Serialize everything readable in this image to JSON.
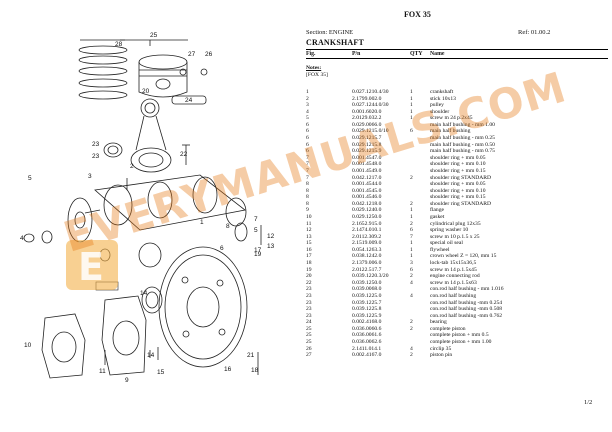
{
  "header": {
    "model": "FOX 35",
    "section": "Section: ENGINE",
    "ref": "Ref: 01.00.2",
    "title": "CRANKSHAFT"
  },
  "columns": {
    "fig": "Fig.",
    "pn": "P/n",
    "qty": "QTY",
    "name": "Name"
  },
  "notes": {
    "heading": "Notes:",
    "value": "[FOX 35]"
  },
  "parts": [
    {
      "fig": "1",
      "pn": "0.027.1210.4/30",
      "qty": "1",
      "name": "crankshaft"
    },
    {
      "fig": "2",
      "pn": "2.1799.002.0",
      "qty": "1",
      "name": "stick 10x13"
    },
    {
      "fig": "3",
      "pn": "0.027.1244.0/30",
      "qty": "1",
      "name": "pulley"
    },
    {
      "fig": "4",
      "pn": "0.001.6020.0",
      "qty": "1",
      "name": "shoulder"
    },
    {
      "fig": "5",
      "pn": "2.0129.032.2",
      "qty": "1",
      "name": "screw m 24 p.2x45"
    },
    {
      "fig": "6",
      "pn": "0.029.0066.0",
      "qty": "",
      "name": "main half bushing - mm 1.00"
    },
    {
      "fig": "6",
      "pn": "0.029.1215.0/10",
      "qty": "6",
      "name": "main half bushing"
    },
    {
      "fig": "6",
      "pn": "0.029.1215.7",
      "qty": "",
      "name": "main half bushing - mm 0.25"
    },
    {
      "fig": "6",
      "pn": "0.029.1215.8",
      "qty": "",
      "name": "main half bushing - mm 0.50"
    },
    {
      "fig": "6",
      "pn": "0.029.1215.9",
      "qty": "",
      "name": "main half bushing - mm 0.75"
    },
    {
      "fig": "7",
      "pn": "0.001.4547.0",
      "qty": "",
      "name": "shoulder ring + mm 0.05"
    },
    {
      "fig": "7",
      "pn": "0.001.4548.0",
      "qty": "",
      "name": "shoulder ring + mm 0.10"
    },
    {
      "fig": "7",
      "pn": "0.001.4549.0",
      "qty": "",
      "name": "shoulder ring + mm 0.15"
    },
    {
      "fig": "7",
      "pn": "0.042.1217.0",
      "qty": "2",
      "name": "shoulder ring STANDARD"
    },
    {
      "fig": "8",
      "pn": "0.001.4544.0",
      "qty": "",
      "name": "shoulder ring + mm 0.05"
    },
    {
      "fig": "8",
      "pn": "0.001.4545.0",
      "qty": "",
      "name": "shoulder ring + mm 0.10"
    },
    {
      "fig": "8",
      "pn": "0.001.4546.0",
      "qty": "",
      "name": "shoulder ring + mm 0.15"
    },
    {
      "fig": "8",
      "pn": "0.042.1218.0",
      "qty": "2",
      "name": "shoulder ring STANDARD"
    },
    {
      "fig": "9",
      "pn": "0.029.1240.0",
      "qty": "1",
      "name": "flange"
    },
    {
      "fig": "10",
      "pn": "0.029.1250.0",
      "qty": "1",
      "name": "gasket"
    },
    {
      "fig": "11",
      "pn": "2.1652.915.0",
      "qty": "2",
      "name": "cylindrical plug 12x35"
    },
    {
      "fig": "12",
      "pn": "2.1474.010.1",
      "qty": "6",
      "name": "spring washer 10"
    },
    {
      "fig": "13",
      "pn": "2.0112.309.2",
      "qty": "7",
      "name": "screw m 10 p.1.5 x 25"
    },
    {
      "fig": "15",
      "pn": "2.1519.009.0",
      "qty": "1",
      "name": "special oil seal"
    },
    {
      "fig": "16",
      "pn": "0.054.1263.3",
      "qty": "1",
      "name": "flywheel"
    },
    {
      "fig": "17",
      "pn": "0.038.1242.0",
      "qty": "1",
      "name": "crown wheel Z = 120, mm 15"
    },
    {
      "fig": "18",
      "pn": "2.1379.006.0",
      "qty": "3",
      "name": "lock-tab 15x15x36,5"
    },
    {
      "fig": "19",
      "pn": "2.0122.517.7",
      "qty": "6",
      "name": "screw m 14 p.1.5x45"
    },
    {
      "fig": "20",
      "pn": "0.039.1220.3/20",
      "qty": "2",
      "name": "engine connecting rod"
    },
    {
      "fig": "22",
      "pn": "0.039.1250.0",
      "qty": "4",
      "name": "screw m 14 p.1.5x63"
    },
    {
      "fig": "23",
      "pn": "0.039.0068.0",
      "qty": "",
      "name": "con.rod half bushing - mm 1.016"
    },
    {
      "fig": "23",
      "pn": "0.039.1225.0",
      "qty": "4",
      "name": "con.rod half bushing"
    },
    {
      "fig": "23",
      "pn": "0.039.1225.7",
      "qty": "",
      "name": "con.rod half bushing -mm 0.254"
    },
    {
      "fig": "23",
      "pn": "0.039.1225.8",
      "qty": "",
      "name": "con.rod half bushing -mm 0.508"
    },
    {
      "fig": "23",
      "pn": "0.039.1225.9",
      "qty": "",
      "name": "con.rod half bushing -mm 0.762"
    },
    {
      "fig": "24",
      "pn": "0.002.4168.0",
      "qty": "2",
      "name": "bearing"
    },
    {
      "fig": "25",
      "pn": "0.036.0060.6",
      "qty": "2",
      "name": "complete piston"
    },
    {
      "fig": "25",
      "pn": "0.036.0061.6",
      "qty": "",
      "name": "complete piston + mm 0.5"
    },
    {
      "fig": "25",
      "pn": "0.036.0062.6",
      "qty": "",
      "name": "complete piston + mm 1.00"
    },
    {
      "fig": "26",
      "pn": "2.1411.014.1",
      "qty": "4",
      "name": "circlip 35"
    },
    {
      "fig": "27",
      "pn": "0.002.4167.0",
      "qty": "2",
      "name": "piston pin"
    }
  ],
  "page": "1/2",
  "watermark": "EVERYMANUALS.COM",
  "watermark_color": "#e67814",
  "diagram_labels": [
    "25",
    "28",
    "27",
    "26",
    "24",
    "20",
    "23",
    "22",
    "5",
    "3",
    "2",
    "1",
    "4",
    "6",
    "8",
    "7",
    "5",
    "12",
    "13",
    "17",
    "19",
    "14",
    "16",
    "18",
    "9",
    "10",
    "11",
    "15",
    "14",
    "21"
  ]
}
